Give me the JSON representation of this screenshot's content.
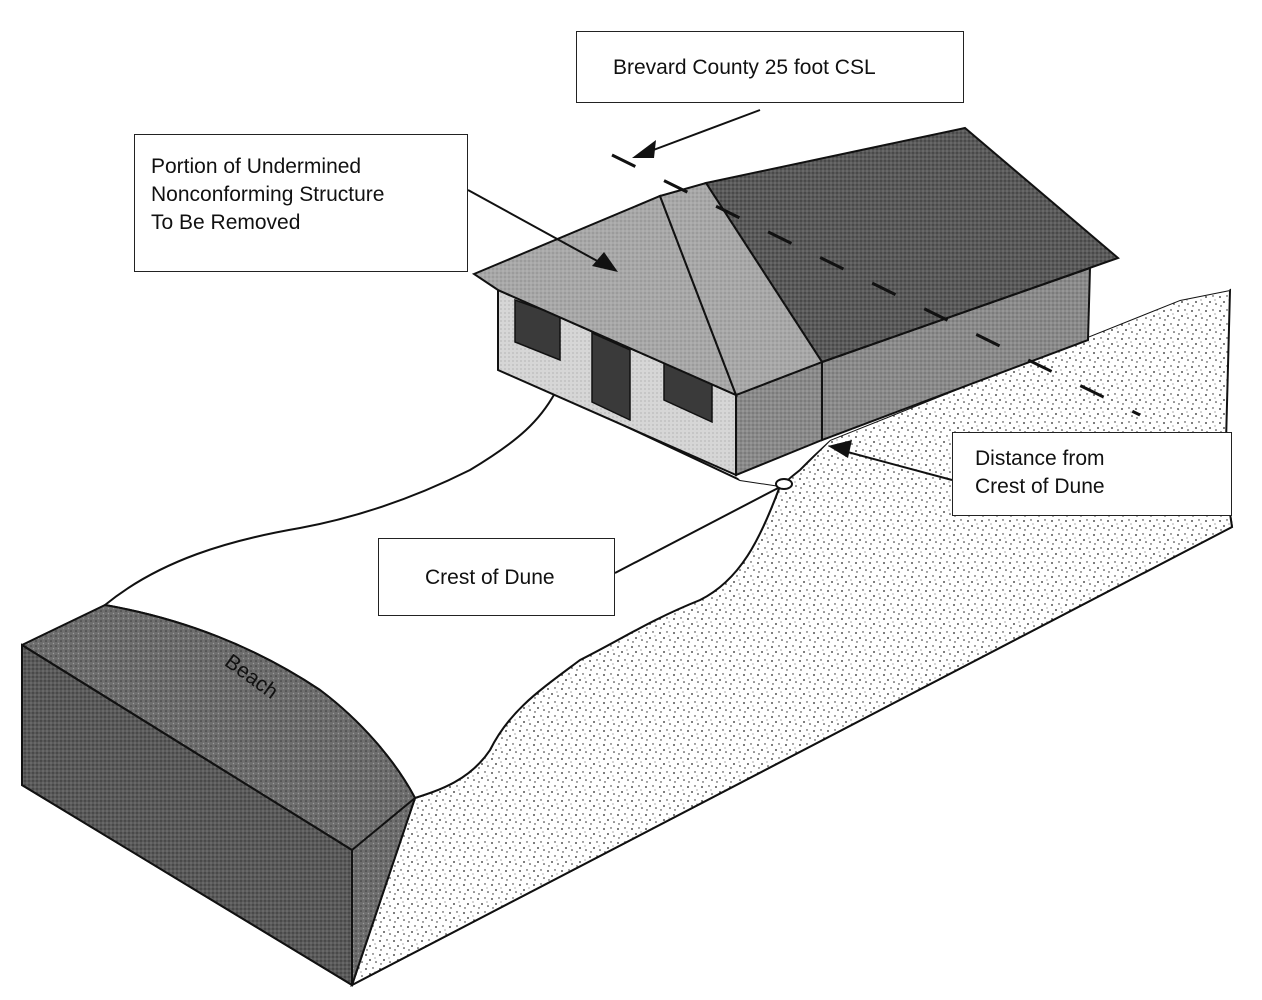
{
  "labels": {
    "csl": "Brevard County 25 foot CSL",
    "portion": [
      "Portion of Undermined",
      "Nonconforming Structure",
      "To Be Removed"
    ],
    "distance": [
      "Distance from",
      "Crest of Dune"
    ],
    "crest": "Crest of Dune",
    "beach": "Beach"
  },
  "colors": {
    "ink": "#111111",
    "sand": "#f4f4f4",
    "water": "#6e6e6e",
    "roof_front": "#a8a8a8",
    "roof_back": "#5a5a5a",
    "wall_light": "#d6d6d6",
    "wall_dark": "#8a8a8a",
    "window": "#3a3a3a"
  }
}
